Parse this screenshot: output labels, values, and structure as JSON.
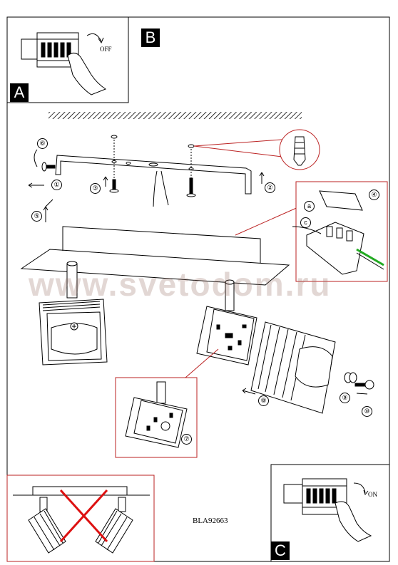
{
  "panels": {
    "a": "A",
    "b": "B",
    "c": "C"
  },
  "switch_off_label": "OFF",
  "switch_on_label": "ON",
  "steps": [
    "①",
    "②",
    "③",
    "④",
    "⑤",
    "⑥",
    "⑦",
    "⑧",
    "⑨",
    "⑩"
  ],
  "wire_labels": [
    "a",
    "c"
  ],
  "watermark": "www.svetodom.ru",
  "model_number": "BLA92663"
}
